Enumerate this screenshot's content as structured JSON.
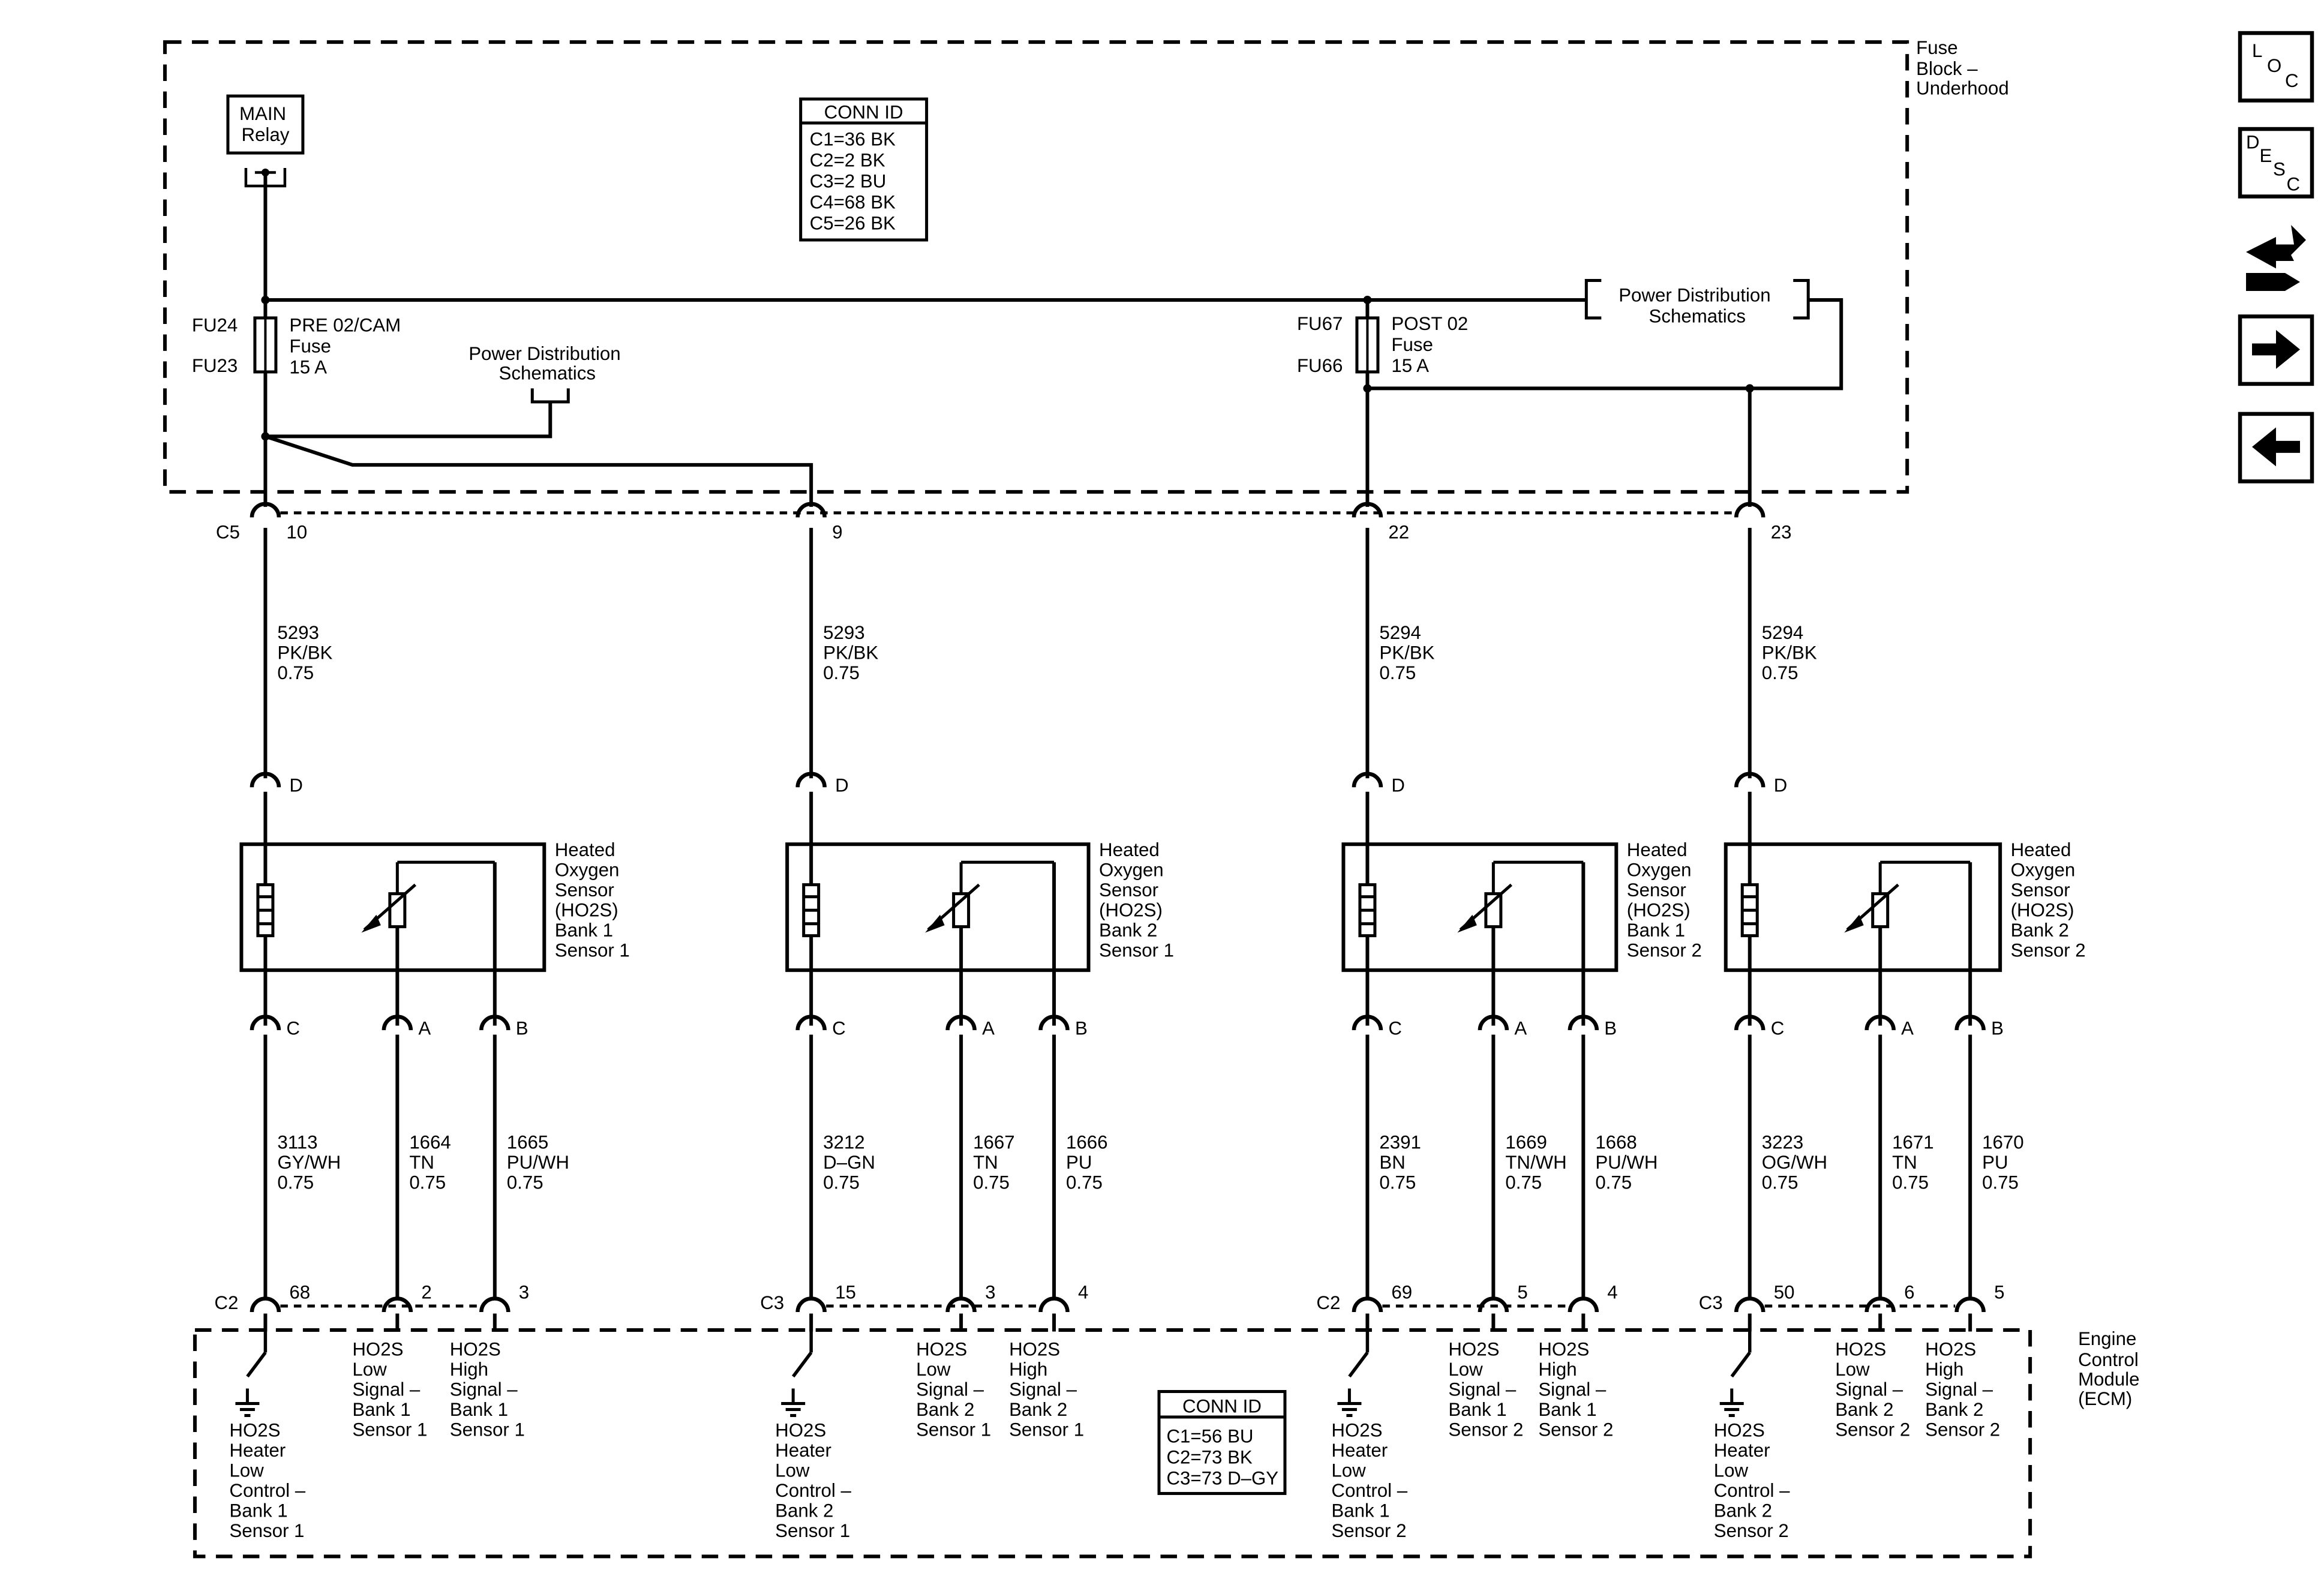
{
  "fuse_block": {
    "label": [
      "Fuse",
      "Block –",
      "Underhood"
    ],
    "relay": [
      "MAIN",
      "Relay"
    ],
    "conn_id": {
      "title": "CONN ID",
      "lines": [
        "C1=36 BK",
        "C2=2 BK",
        "C3=2 BU",
        "C4=68 BK",
        "C5=26 BK"
      ]
    },
    "fuse_left": {
      "top": "FU24",
      "bottom": "FU23",
      "desc": [
        "PRE 02/CAM",
        "Fuse",
        "15 A"
      ]
    },
    "fuse_right": {
      "top": "FU67",
      "bottom": "FU66",
      "desc": [
        "POST 02",
        "Fuse",
        "15 A"
      ]
    },
    "pds_left": [
      "Power Distribution",
      "Schematics"
    ],
    "pds_right": [
      "Power Distribution",
      "Schematics"
    ]
  },
  "c5_connector": {
    "label": "C5"
  },
  "ecm": {
    "label": [
      "Engine",
      "Control",
      "Module",
      "(ECM)"
    ],
    "conn_id": {
      "title": "CONN ID",
      "lines": [
        "C1=56 BU",
        "C2=73 BK",
        "C3=73 D–GY"
      ]
    }
  },
  "sensors": [
    {
      "c5_pin": "10",
      "supply_wire": [
        "5293",
        "PK/BK",
        "0.75"
      ],
      "label": [
        "Heated",
        "Oxygen",
        "Sensor",
        "(HO2S)",
        "Bank 1",
        "Sensor 1"
      ],
      "pin_d": "D",
      "pin_c": "C",
      "pin_a": "A",
      "pin_b": "B",
      "wire_c": [
        "3113",
        "GY/WH",
        "0.75"
      ],
      "wire_a": [
        "1664",
        "TN",
        "0.75"
      ],
      "wire_b": [
        "1665",
        "PU/WH",
        "0.75"
      ],
      "ecm_conn": "C2",
      "ecm_pin_c": "68",
      "ecm_pin_a": "2",
      "ecm_pin_b": "3",
      "heater_ctrl": [
        "HO2S",
        "Heater",
        "Low",
        "Control –",
        "Bank 1",
        "Sensor 1"
      ],
      "low_signal": [
        "HO2S",
        "Low",
        "Signal –",
        "Bank 1",
        "Sensor 1"
      ],
      "high_signal": [
        "HO2S",
        "High",
        "Signal –",
        "Bank 1",
        "Sensor 1"
      ]
    },
    {
      "c5_pin": "9",
      "supply_wire": [
        "5293",
        "PK/BK",
        "0.75"
      ],
      "label": [
        "Heated",
        "Oxygen",
        "Sensor",
        "(HO2S)",
        "Bank 2",
        "Sensor 1"
      ],
      "pin_d": "D",
      "pin_c": "C",
      "pin_a": "A",
      "pin_b": "B",
      "wire_c": [
        "3212",
        "D–GN",
        "0.75"
      ],
      "wire_a": [
        "1667",
        "TN",
        "0.75"
      ],
      "wire_b": [
        "1666",
        "PU",
        "0.75"
      ],
      "ecm_conn": "C3",
      "ecm_pin_c": "15",
      "ecm_pin_a": "3",
      "ecm_pin_b": "4",
      "heater_ctrl": [
        "HO2S",
        "Heater",
        "Low",
        "Control –",
        "Bank 2",
        "Sensor 1"
      ],
      "low_signal": [
        "HO2S",
        "Low",
        "Signal –",
        "Bank 2",
        "Sensor 1"
      ],
      "high_signal": [
        "HO2S",
        "High",
        "Signal –",
        "Bank 2",
        "Sensor 1"
      ]
    },
    {
      "c5_pin": "22",
      "supply_wire": [
        "5294",
        "PK/BK",
        "0.75"
      ],
      "label": [
        "Heated",
        "Oxygen",
        "Sensor",
        "(HO2S)",
        "Bank 1",
        "Sensor 2"
      ],
      "pin_d": "D",
      "pin_c": "C",
      "pin_a": "A",
      "pin_b": "B",
      "wire_c": [
        "2391",
        "BN",
        "0.75"
      ],
      "wire_a": [
        "1669",
        "TN/WH",
        "0.75"
      ],
      "wire_b": [
        "1668",
        "PU/WH",
        "0.75"
      ],
      "ecm_conn": "C2",
      "ecm_pin_c": "69",
      "ecm_pin_a": "5",
      "ecm_pin_b": "4",
      "heater_ctrl": [
        "HO2S",
        "Heater",
        "Low",
        "Control –",
        "Bank 1",
        "Sensor 2"
      ],
      "low_signal": [
        "HO2S",
        "Low",
        "Signal –",
        "Bank 1",
        "Sensor 2"
      ],
      "high_signal": [
        "HO2S",
        "High",
        "Signal –",
        "Bank 1",
        "Sensor 2"
      ]
    },
    {
      "c5_pin": "23",
      "supply_wire": [
        "5294",
        "PK/BK",
        "0.75"
      ],
      "label": [
        "Heated",
        "Oxygen",
        "Sensor",
        "(HO2S)",
        "Bank 2",
        "Sensor 2"
      ],
      "pin_d": "D",
      "pin_c": "C",
      "pin_a": "A",
      "pin_b": "B",
      "wire_c": [
        "3223",
        "OG/WH",
        "0.75"
      ],
      "wire_a": [
        "1671",
        "TN",
        "0.75"
      ],
      "wire_b": [
        "1670",
        "PU",
        "0.75"
      ],
      "ecm_conn": "C3",
      "ecm_pin_c": "50",
      "ecm_pin_a": "6",
      "ecm_pin_b": "5",
      "heater_ctrl": [
        "HO2S",
        "Heater",
        "Low",
        "Control –",
        "Bank 2",
        "Sensor 2"
      ],
      "low_signal": [
        "HO2S",
        "Low",
        "Signal –",
        "Bank 2",
        "Sensor 2"
      ],
      "high_signal": [
        "HO2S",
        "High",
        "Signal –",
        "Bank 2",
        "Sensor 2"
      ]
    }
  ],
  "nav": {
    "loc": [
      "L",
      "O",
      "C"
    ],
    "desc": [
      "D",
      "E",
      "S",
      "C"
    ],
    "icons": [
      "loc-icon",
      "desc-icon",
      "connector-tools-icon",
      "arrow-right-icon",
      "arrow-left-icon"
    ]
  }
}
